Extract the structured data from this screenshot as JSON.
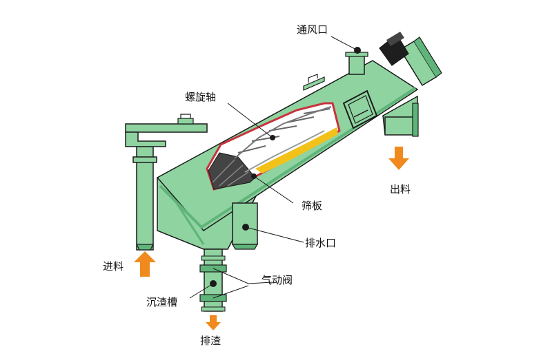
{
  "labels": {
    "vent": "通风口",
    "screw_shaft": "螺旋轴",
    "outlet": "出料",
    "screen_plate": "筛板",
    "drain": "排水口",
    "inlet": "进料",
    "pneumatic_valve": "气动阀",
    "settling_tank": "沉渣槽",
    "slag_discharge": "排渣"
  },
  "colors": {
    "body_green": "#8fd3a0",
    "body_dark": "#5fb47a",
    "outline": "#1a1a1a",
    "arrow_orange": "#f08a1e",
    "screen_dark": "#444444",
    "material_yellow": "#f2c21a",
    "window_red": "#c8323c",
    "motor_black": "#1e1e1e"
  }
}
